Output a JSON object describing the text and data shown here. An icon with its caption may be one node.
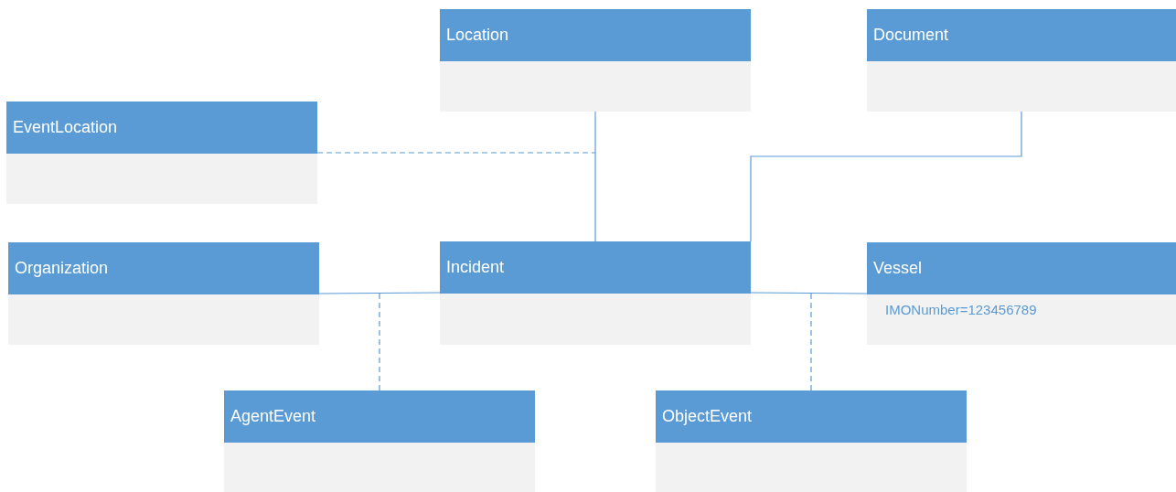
{
  "diagram": {
    "nodes": [
      {
        "text": [
          "Location"
        ]
      },
      {
        "text": [
          "Document"
        ]
      },
      {
        "text": [
          "EventLocation"
        ]
      },
      {
        "text": [
          "Organization"
        ]
      },
      {
        "text": [
          "Incident"
        ]
      },
      {
        "text": [
          "Vessel",
          "IMONumber=123456789"
        ]
      },
      {
        "text": [
          "AgentEvent"
        ]
      },
      {
        "text": [
          "ObjectEvent"
        ]
      }
    ],
    "edges": [
      {
        "from": 0,
        "to": 4,
        "arrow": "none"
      },
      {
        "from": 1,
        "to": 4,
        "arrow": "none"
      },
      {
        "from": 2,
        "to": null,
        "arrow": "none",
        "style": "dashed"
      },
      {
        "from": 3,
        "to": 4,
        "arrow": "none"
      },
      {
        "from": 4,
        "to": 5,
        "arrow": "none"
      },
      {
        "from": 6,
        "to": null,
        "arrow": "none",
        "style": "dashed"
      },
      {
        "from": 7,
        "to": null,
        "arrow": "none",
        "style": "dashed"
      }
    ]
  }
}
